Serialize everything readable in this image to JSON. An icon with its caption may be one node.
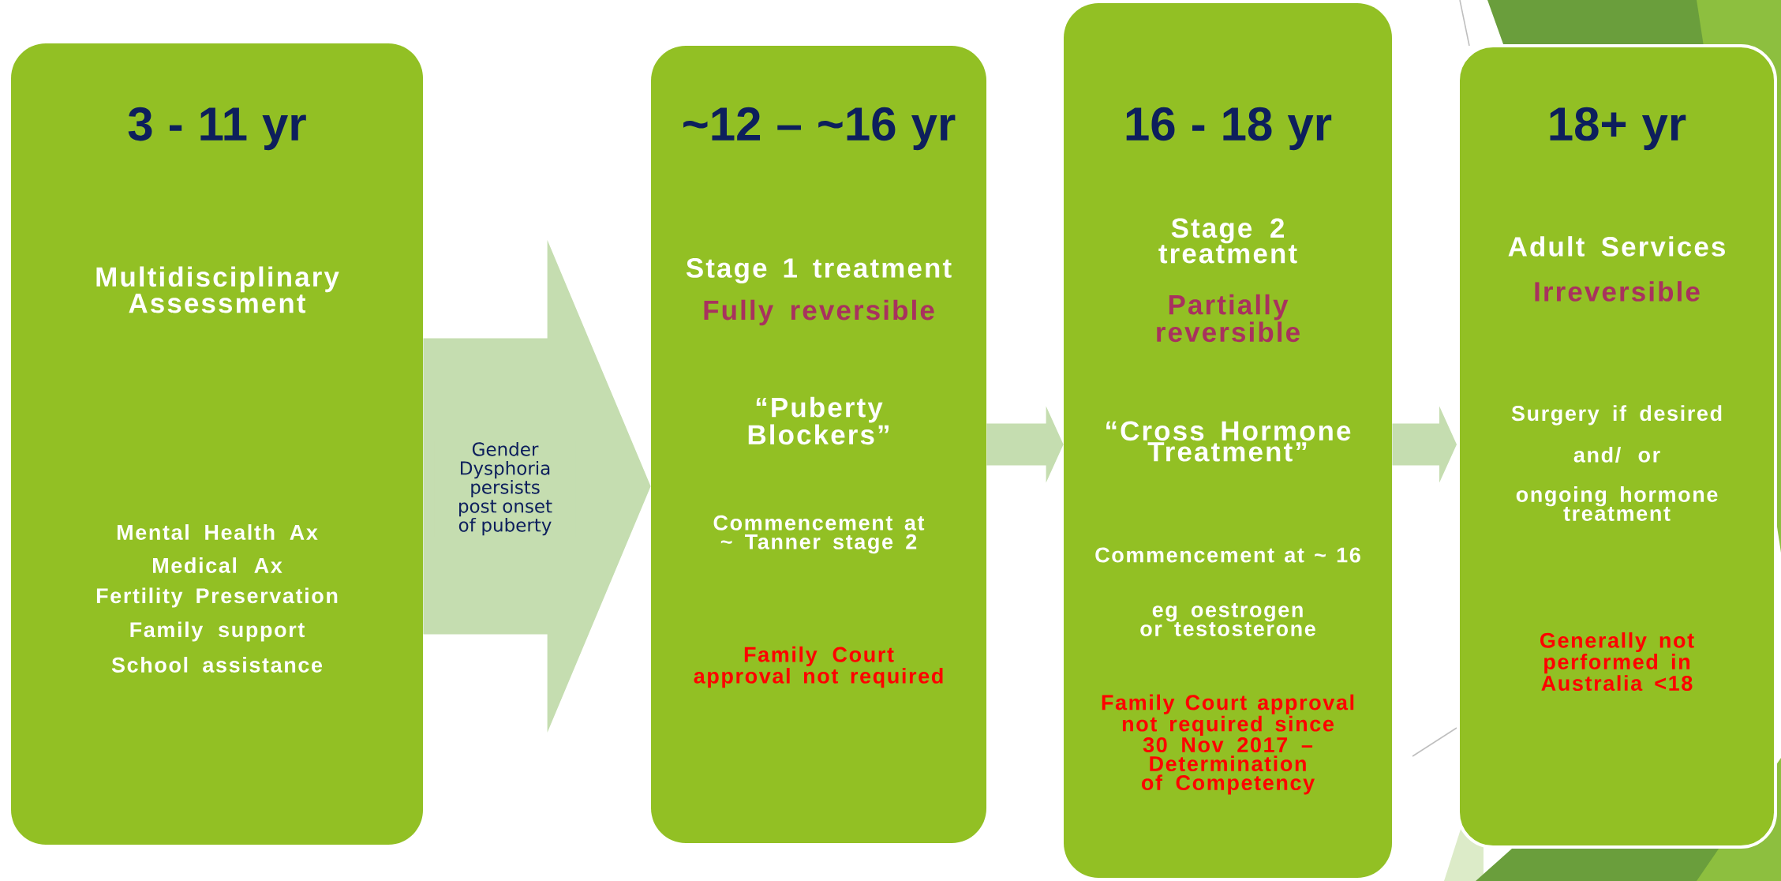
{
  "diagram": {
    "nodes": [
      {
        "text": [
          "3 - 11 yr",
          "Multidisciplinary Assessment",
          "Mental Health Ax",
          "Medical Ax",
          "Fertility Preservation",
          "Family support",
          "School assistance"
        ]
      },
      {
        "text": [
          "~12 – ~16 yr",
          "Stage 1 treatment",
          "Fully reversible",
          "“Puberty Blockers”",
          "Commencement at ~ Tanner stage 2",
          "Family Court approval not required"
        ]
      },
      {
        "text": [
          "16 - 18 yr",
          "Stage 2 treatment",
          "Partially reversible",
          "“Cross Hormone Treatment”",
          "Commencement at ~ 16",
          "eg oestrogen or testosterone",
          "Family Court approval not required since 30 Nov 2017 – Determination of Competency"
        ]
      },
      {
        "text": [
          "18+ yr",
          "Adult Services",
          "Irreversible",
          "Surgery if desired",
          "and/ or",
          "ongoing hormone treatment",
          "Generally not performed in Australia <18"
        ]
      }
    ],
    "edges": [
      {
        "from": 0,
        "to": 1,
        "arrow": "to",
        "label": "Gender Dysphoria persists post onset of puberty",
        "style": "thick"
      },
      {
        "from": 1,
        "to": 2,
        "arrow": "to",
        "style": "thick"
      },
      {
        "from": 2,
        "to": 3,
        "arrow": "to",
        "style": "thick"
      }
    ]
  }
}
